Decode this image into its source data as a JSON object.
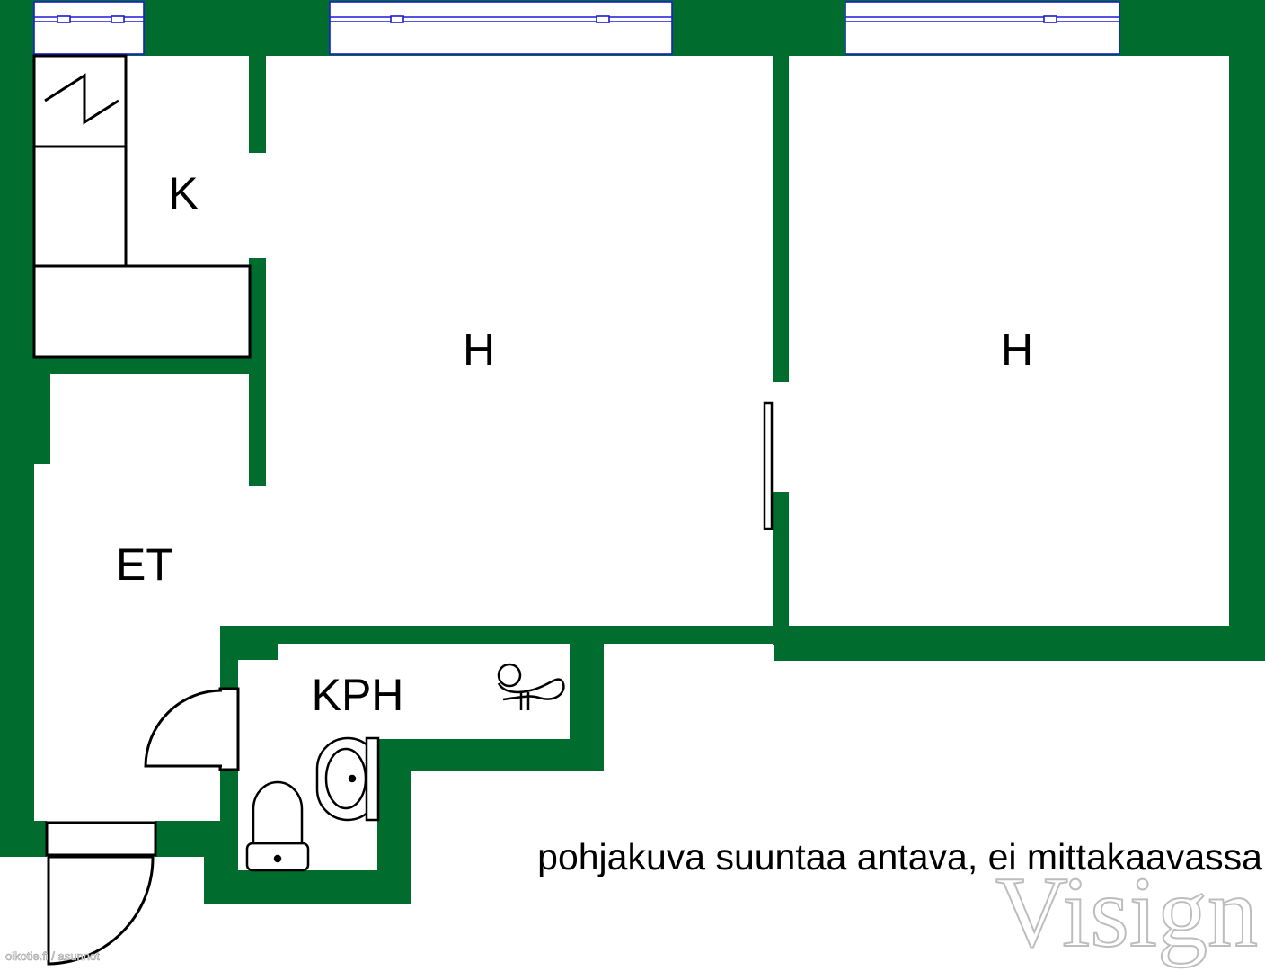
{
  "rooms": {
    "kitchen": "K",
    "room_left": "H",
    "room_right": "H",
    "entry": "ET",
    "bathroom": "KPH"
  },
  "note": "pohjakuva suuntaa antava, ei mittakaavassa",
  "watermark": "Visign",
  "credit": "oikotie.fi / asunnot",
  "colors": {
    "wall": "#006c2e",
    "window_frame": "#1b1bd6",
    "fixture_line": "#000000",
    "background": "#ffffff"
  }
}
